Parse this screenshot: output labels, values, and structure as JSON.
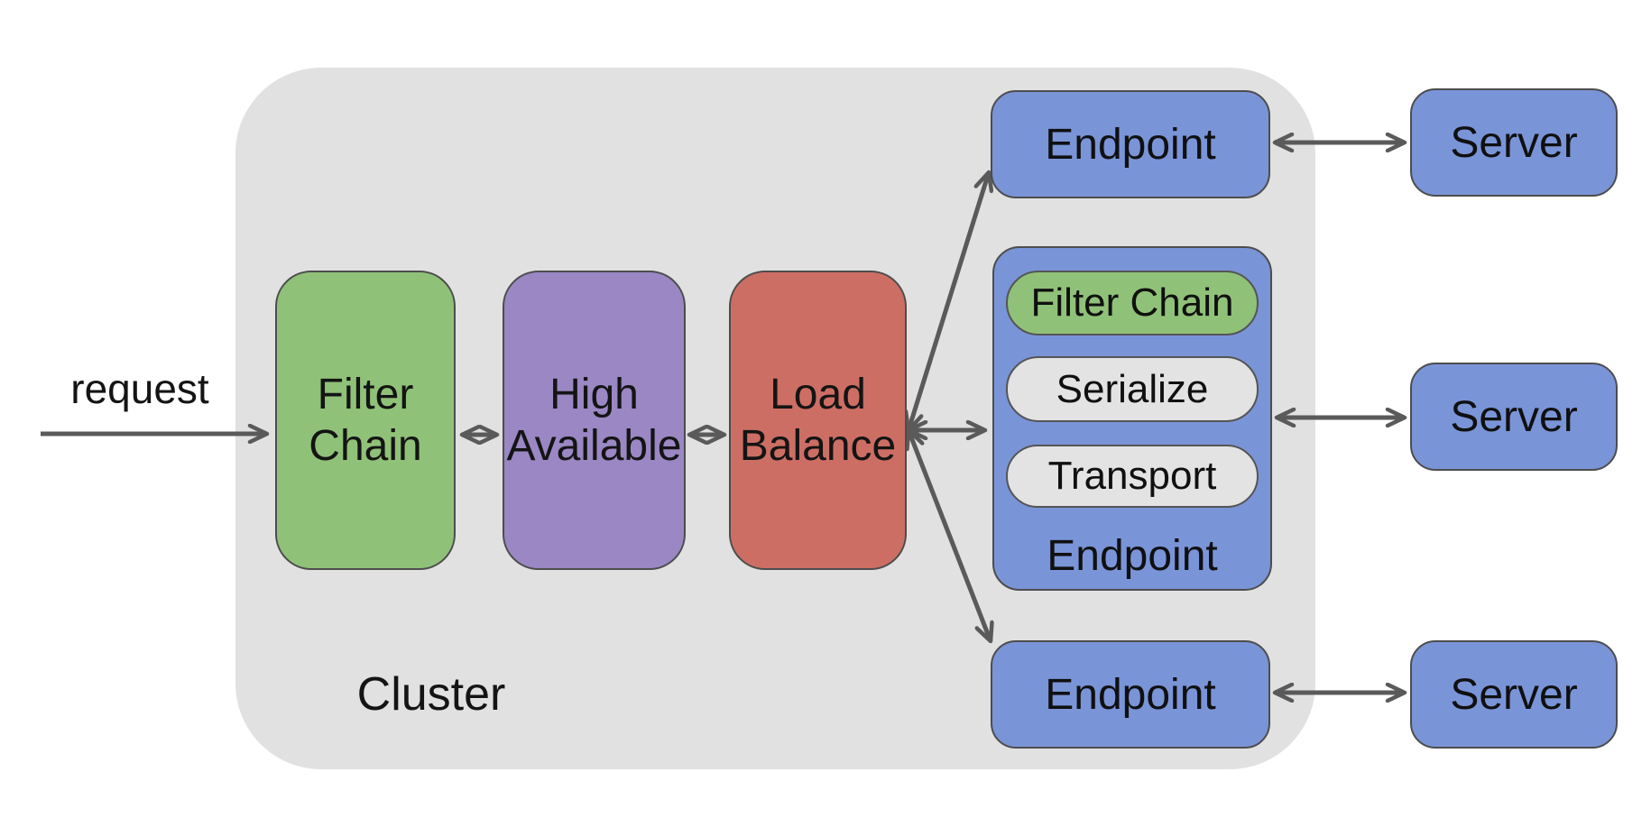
{
  "palette": {
    "cluster_bg": "#e1e1e1",
    "stage_green": "#90c178",
    "stage_purple": "#9a87c4",
    "stage_red": "#cd6e64",
    "node_blue": "#7a94d8",
    "pill_gray": "#e3e3e3",
    "arrow_gray": "#5a5a5a",
    "shape_border": "#4d4d4d"
  },
  "request": {
    "label": "request"
  },
  "cluster": {
    "label": "Cluster",
    "stages": [
      {
        "name": "filter-chain",
        "line1": "Filter",
        "line2": "Chain"
      },
      {
        "name": "high-available",
        "line1": "High",
        "line2": "Available"
      },
      {
        "name": "load-balance",
        "line1": "Load",
        "line2": "Balance"
      }
    ],
    "endpoint_top": {
      "label": "Endpoint"
    },
    "endpoint_middle": {
      "label": "Endpoint",
      "pills": [
        {
          "label": "Filter Chain"
        },
        {
          "label": "Serialize"
        },
        {
          "label": "Transport"
        }
      ]
    },
    "endpoint_bottom": {
      "label": "Endpoint"
    }
  },
  "servers": [
    {
      "label": "Server"
    },
    {
      "label": "Server"
    },
    {
      "label": "Server"
    }
  ]
}
